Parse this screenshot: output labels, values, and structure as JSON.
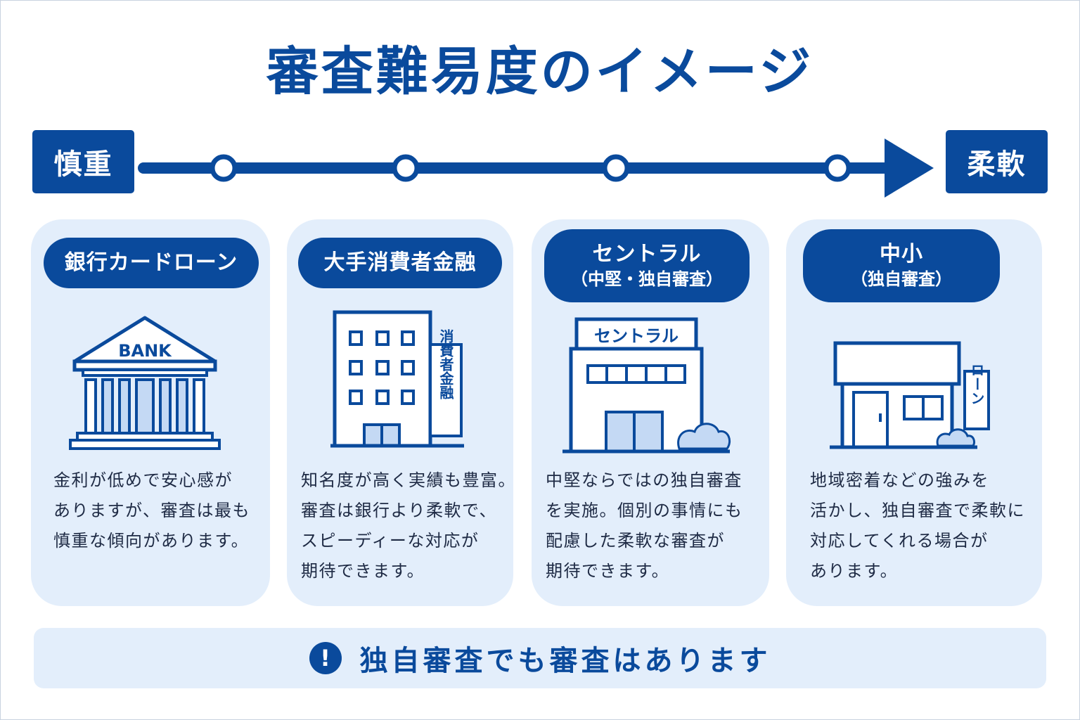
{
  "title": "審査難易度のイメージ",
  "scale": {
    "left_label": "慎重",
    "right_label": "柔軟"
  },
  "cards": [
    {
      "name": "銀行カードローン",
      "subtitle": "",
      "sign": "BANK",
      "description": "金利が低めで安心感が\nありますが、審査は最も\n慎重な傾向があります。"
    },
    {
      "name": "大手消費者金融",
      "subtitle": "",
      "sign": "消費者金融",
      "description": "知名度が高く実績も豊富。\n審査は銀行より柔軟で、\nスピーディーな対応が\n期待できます。"
    },
    {
      "name": "セントラル",
      "subtitle": "（中堅・独自審査）",
      "sign": "セントラル",
      "description": "中堅ならではの独自審査\nを実施。個別の事情にも\n配慮した柔軟な審査が\n期待できます。"
    },
    {
      "name": "中小",
      "subtitle": "（独自審査）",
      "sign": "ローン",
      "description": "地域密着などの強みを\n活かし、独自審査で柔軟に\n対応してくれる場合が\nあります。"
    }
  ],
  "footer": {
    "icon": "exclamation-icon",
    "text": "独自審査でも審査はあります"
  },
  "colors": {
    "primary": "#0a4a9c",
    "card_bg": "#e3eefb",
    "illustration_fill": "#c4d9f4"
  }
}
